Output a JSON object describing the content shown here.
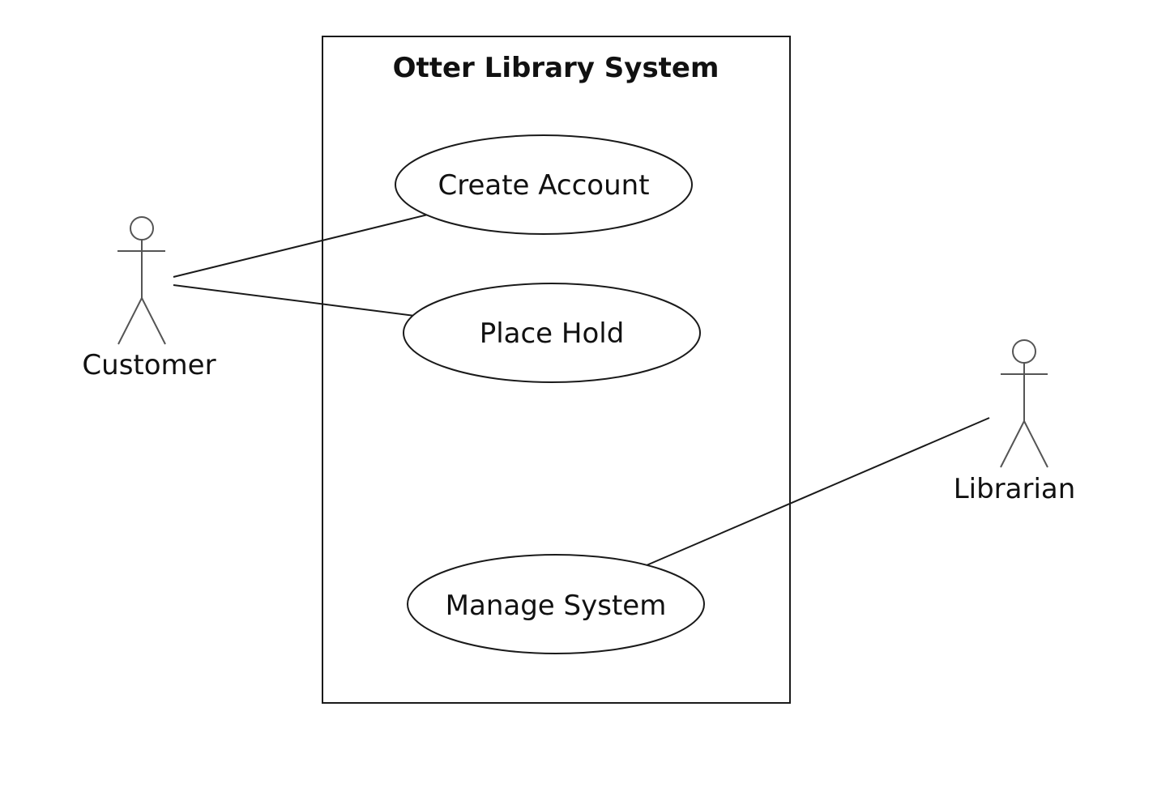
{
  "system": {
    "title": "Otter Library System"
  },
  "actors": {
    "customer": {
      "label": "Customer"
    },
    "librarian": {
      "label": "Librarian"
    }
  },
  "use_cases": {
    "create_account": {
      "label": "Create Account"
    },
    "place_hold": {
      "label": "Place Hold"
    },
    "manage_system": {
      "label": "Manage System"
    }
  },
  "associations": [
    {
      "actor": "Customer",
      "use_case": "Create Account"
    },
    {
      "actor": "Customer",
      "use_case": "Place Hold"
    },
    {
      "actor": "Librarian",
      "use_case": "Manage System"
    }
  ]
}
